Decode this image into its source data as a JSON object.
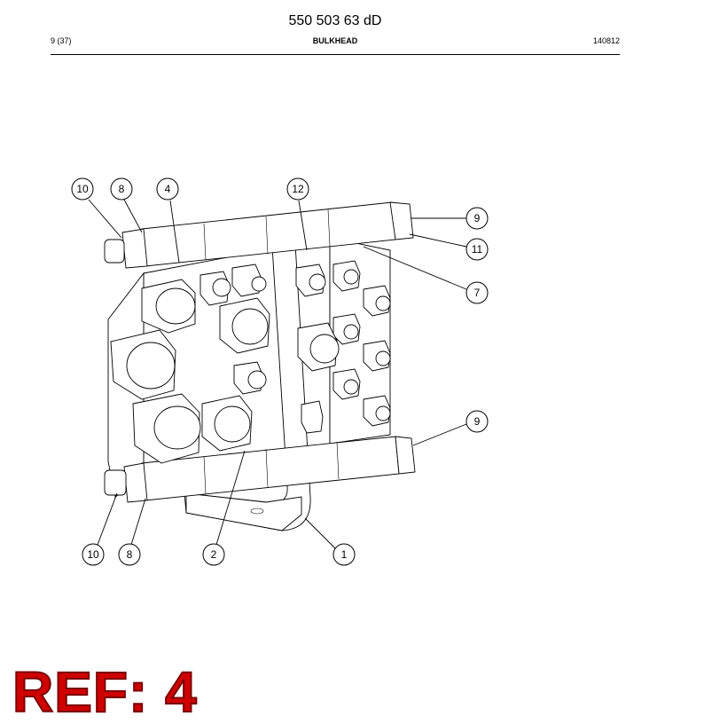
{
  "header": {
    "doc_number": "550 503 63 dD",
    "page_ref": "9 (37)",
    "section_title": "BULKHEAD",
    "date_code": "140812"
  },
  "callouts": {
    "c10_top": "10",
    "c8_top": "8",
    "c4": "4",
    "c12": "12",
    "c9_top": "9",
    "c11": "11",
    "c7": "7",
    "c9_bottom": "9",
    "c10_bottom": "10",
    "c8_bottom": "8",
    "c2": "2",
    "c1": "1"
  },
  "ref_label": "REF: 4",
  "colors": {
    "ref_label": "#d00000",
    "line": "#000000",
    "background": "#ffffff"
  }
}
